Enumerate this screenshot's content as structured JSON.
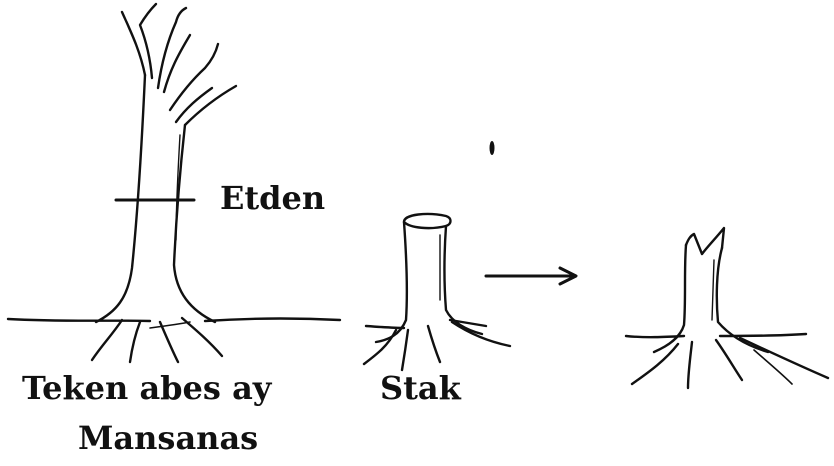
{
  "labels": {
    "cut_line": "Etden",
    "tree_caption_line1": "Teken abes ay",
    "tree_caption_line2": "Mansanas",
    "stump_caption": "Stak"
  },
  "colors": {
    "ink": "#111111",
    "background": "#ffffff"
  }
}
